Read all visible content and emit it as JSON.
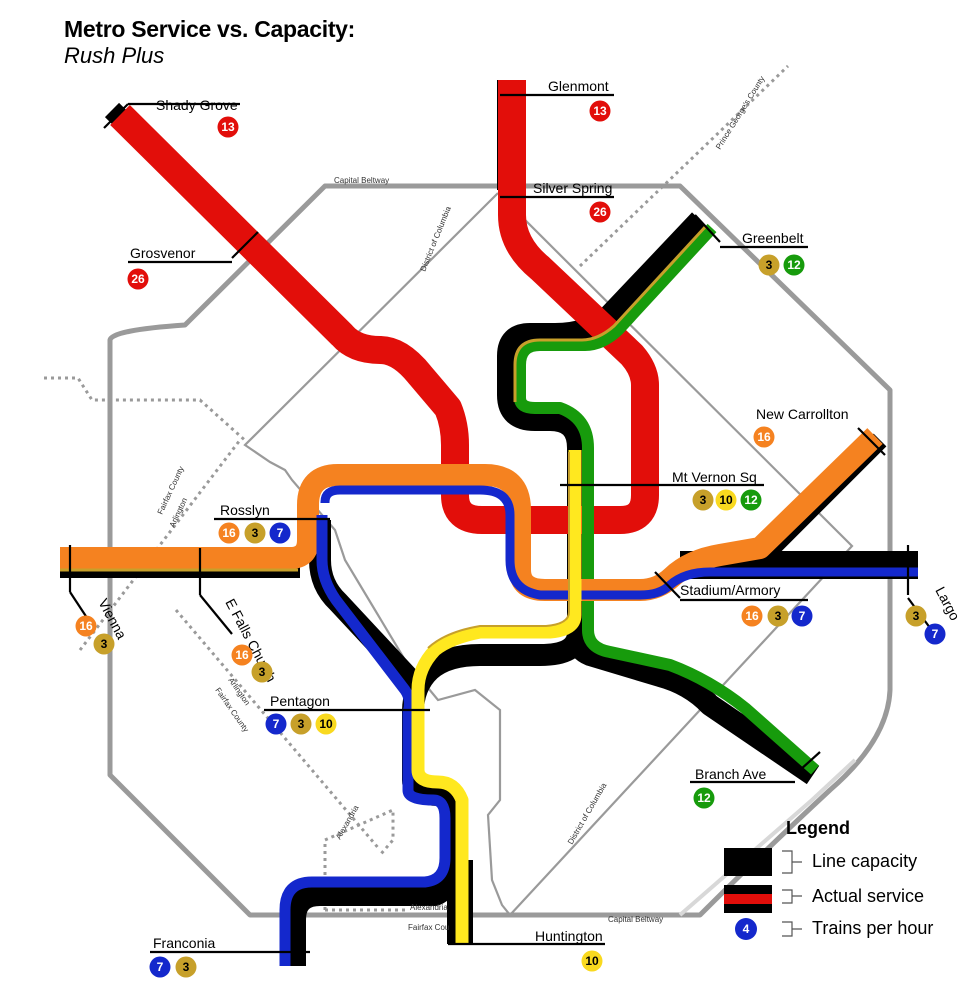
{
  "title": "Metro Service vs. Capacity:",
  "subtitle": "Rush Plus",
  "colors": {
    "red": "#e20e0a",
    "orange": "#f58220",
    "blue": "#1428cc",
    "green": "#179b0c",
    "yellow": "#ffe81f",
    "yellow_badge": "#f9d91f",
    "gold": "#c7a02a",
    "capacity": "#000000",
    "boundary": "#9a9a9a",
    "county_line": "#9a9a9a"
  },
  "boundaries": {
    "capital_beltway_top": "Capital Beltway",
    "capital_beltway_bottom": "Capital Beltway",
    "dc_left": "District of Columbia",
    "dc_right": "District of Columbia",
    "pg_county": "Prince George's County",
    "fairfax_county": "Fairfax County",
    "arlington_top": "Arlington",
    "arlington_bottom": "Arlington",
    "fairfax_county_2": "Fairfax County",
    "alexandria": "Alexandria",
    "alexandria_2": "Alexandria",
    "fairfax_cou": "Fairfax Cou"
  },
  "stations": [
    {
      "name": "Shady Grove",
      "badges": [
        {
          "value": "13",
          "line": "red"
        }
      ]
    },
    {
      "name": "Glenmont",
      "badges": [
        {
          "value": "13",
          "line": "red"
        }
      ]
    },
    {
      "name": "Silver Spring",
      "badges": [
        {
          "value": "26",
          "line": "red"
        }
      ]
    },
    {
      "name": "Grosvenor",
      "badges": [
        {
          "value": "26",
          "line": "red"
        }
      ]
    },
    {
      "name": "Greenbelt",
      "badges": [
        {
          "value": "3",
          "line": "gold"
        },
        {
          "value": "12",
          "line": "green"
        }
      ]
    },
    {
      "name": "New Carrollton",
      "badges": [
        {
          "value": "16",
          "line": "orange"
        }
      ]
    },
    {
      "name": "Mt Vernon Sq",
      "badges": [
        {
          "value": "3",
          "line": "gold"
        },
        {
          "value": "10",
          "line": "yellow"
        },
        {
          "value": "12",
          "line": "green"
        }
      ]
    },
    {
      "name": "Rosslyn",
      "badges": [
        {
          "value": "16",
          "line": "orange"
        },
        {
          "value": "3",
          "line": "gold"
        },
        {
          "value": "7",
          "line": "blue"
        }
      ]
    },
    {
      "name": "Stadium/Armory",
      "badges": [
        {
          "value": "16",
          "line": "orange"
        },
        {
          "value": "3",
          "line": "gold"
        },
        {
          "value": "7",
          "line": "blue"
        }
      ]
    },
    {
      "name": "Largo",
      "badges": [
        {
          "value": "3",
          "line": "gold"
        },
        {
          "value": "7",
          "line": "blue"
        }
      ]
    },
    {
      "name": "Vienna",
      "badges": [
        {
          "value": "16",
          "line": "orange"
        },
        {
          "value": "3",
          "line": "gold"
        }
      ]
    },
    {
      "name": "E Falls Church",
      "badges": [
        {
          "value": "16",
          "line": "orange"
        },
        {
          "value": "3",
          "line": "gold"
        }
      ]
    },
    {
      "name": "Pentagon",
      "badges": [
        {
          "value": "7",
          "line": "blue"
        },
        {
          "value": "3",
          "line": "gold"
        },
        {
          "value": "10",
          "line": "yellow"
        }
      ]
    },
    {
      "name": "Branch Ave",
      "badges": [
        {
          "value": "12",
          "line": "green"
        }
      ]
    },
    {
      "name": "Franconia",
      "badges": [
        {
          "value": "7",
          "line": "blue"
        },
        {
          "value": "3",
          "line": "gold"
        }
      ]
    },
    {
      "name": "Huntington",
      "badges": [
        {
          "value": "10",
          "line": "yellow"
        }
      ]
    }
  ],
  "legend": {
    "title": "Legend",
    "capacity_label": "Line capacity",
    "service_label": "Actual service",
    "tph_label": "Trains per hour",
    "tph_example": "4"
  }
}
